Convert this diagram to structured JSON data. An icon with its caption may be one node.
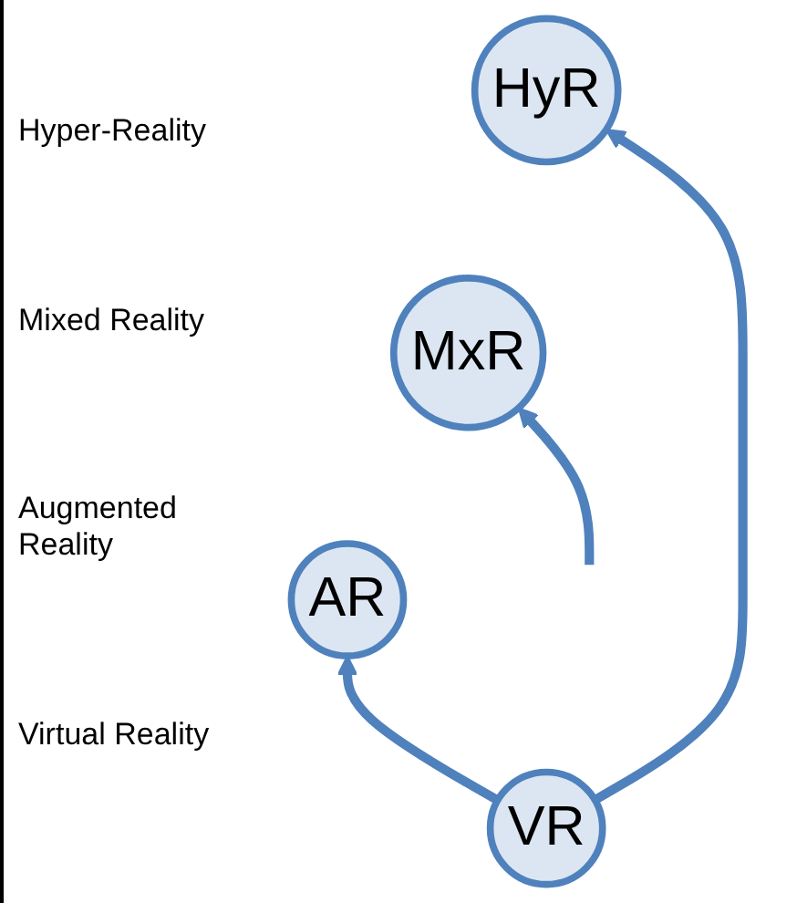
{
  "diagram": {
    "nodes": [
      {
        "text": [
          "HyR"
        ]
      },
      {
        "text": [
          "MxR"
        ]
      },
      {
        "text": [
          "AR"
        ]
      },
      {
        "text": [
          "VR"
        ]
      }
    ],
    "edges": [
      {
        "from": 3,
        "to": 2,
        "arrow": "to"
      },
      {
        "from": null,
        "to": 1,
        "arrow": "to"
      },
      {
        "from": 3,
        "to": 0,
        "arrow": "to"
      }
    ],
    "labels": [
      "Hyper-Reality",
      "Mixed Reality",
      "Augmented Reality",
      "Virtual Reality"
    ]
  }
}
